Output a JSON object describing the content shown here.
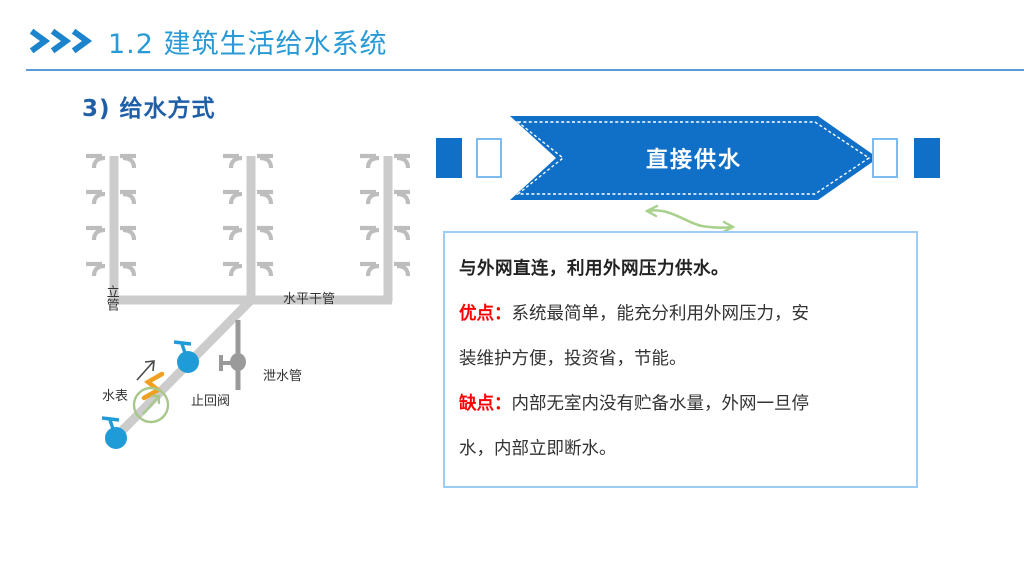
{
  "header": {
    "chevron_icon": "triple-chevron-right-icon",
    "title": "1.2 建筑生活给水系统",
    "title_color": "#2a9ad6",
    "rule_color": "#5b9bd5"
  },
  "subtitle": {
    "text": "3) 给水方式",
    "color": "#1f5fa8"
  },
  "banner": {
    "label": "直接供水",
    "fill_color": "#1070c8",
    "outline_color": "#7cbcf0",
    "label_color": "#ffffff",
    "squares": [
      {
        "style": "filled"
      },
      {
        "style": "outlined"
      },
      {
        "style": "outlined"
      },
      {
        "style": "filled"
      }
    ],
    "connector_icon": "green-double-arrow-icon",
    "connector_color": "#a9d18e"
  },
  "textbox": {
    "border_color": "#9dcdf5",
    "accent_color": "#ff0000",
    "lines": [
      {
        "type": "head",
        "text": "与外网直连，利用外网压力供水。"
      },
      {
        "type": "tagged",
        "tag": "优点：",
        "text": "系统最简单，能充分利用外网压力，安"
      },
      {
        "type": "plain",
        "text": "装维护方便，投资省，节能。"
      },
      {
        "type": "tagged",
        "tag": "缺点：",
        "text": "内部无室内没有贮备水量，外网一旦停"
      },
      {
        "type": "plain",
        "text": "水，内部立即断水。"
      }
    ]
  },
  "diagram": {
    "name": "direct-water-supply-schematic",
    "pipe_color": "#c9c9c9",
    "valve_color": "#1f9bd8",
    "meter_color": "#a8c88a",
    "check_valve_color": "#f0a020",
    "labels": {
      "riser": "立管",
      "horizontal_main": "水平干管",
      "drain_pipe": "泄水管",
      "water_meter": "水表",
      "check_valve": "止回阀"
    },
    "risers": 3,
    "fixture_levels": 4
  }
}
